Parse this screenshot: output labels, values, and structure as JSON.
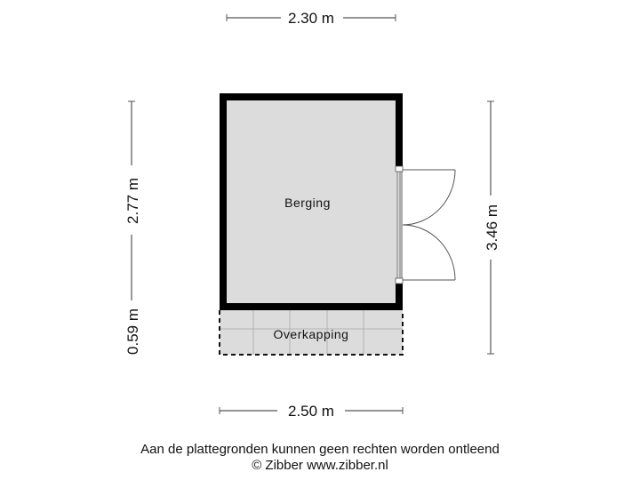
{
  "floorplan": {
    "rooms": [
      {
        "label": "Berging",
        "fill": "#dcdcdc"
      },
      {
        "label": "Overkapping",
        "fill": "#dcdcdc"
      }
    ],
    "dimensions": {
      "top": "2.30 m",
      "bottom": "2.50 m",
      "left_upper": "2.77 m",
      "left_lower": "0.59 m",
      "right": "3.46 m"
    },
    "colors": {
      "wall": "#000000",
      "floor": "#dcdcdc",
      "dimension_line": "#555555",
      "grid_line": "#a8a8a8"
    }
  },
  "footer": {
    "disclaimer": "Aan de plattegronden kunnen geen rechten worden ontleend",
    "copyright": "© Zibber www.zibber.nl"
  }
}
